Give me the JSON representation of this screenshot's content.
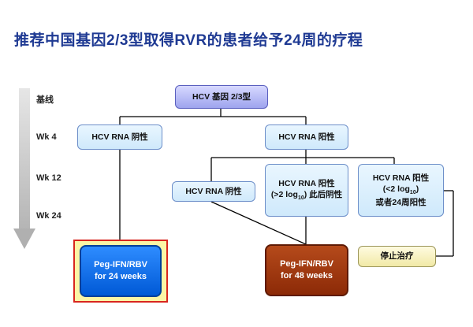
{
  "title": "推荐中国基因2/3型取得RVR的患者给予24周的疗程",
  "timeline": {
    "baseline": "基线",
    "wk4": "Wk 4",
    "wk12": "Wk 12",
    "wk24": "Wk 24"
  },
  "nodes": {
    "root": "HCV 基因 2/3型",
    "wk4_negative": "HCV RNA 阴性",
    "wk4_positive": "HCV RNA 阳性",
    "wk12_negative": "HCV RNA 阴性",
    "wk12_drop_line1": "HCV RNA 阳性",
    "wk12_drop_line2a": "(>2 log",
    "wk12_drop_sub": "10",
    "wk12_drop_line2b": ") 此后阴性",
    "wk12_nodrop_line1": "HCV RNA 阳性",
    "wk12_nodrop_line2a": "(<2 log",
    "wk12_nodrop_sub": "10",
    "wk12_nodrop_line2b": ")",
    "wk12_nodrop_line3": "或者24周阳性",
    "treat24_line1": "Peg-IFN/RBV",
    "treat24_line2": "for 24 weeks",
    "treat48_line1": "Peg-IFN/RBV",
    "treat48_line2": "for 48 weeks",
    "stop": "停止治疗"
  },
  "colors": {
    "title": "#1f3a93",
    "treat24": "#0059d6",
    "treat48": "#8c2a07",
    "highlight_border": "#d8261f",
    "highlight_fill": "#fbf5a6"
  }
}
